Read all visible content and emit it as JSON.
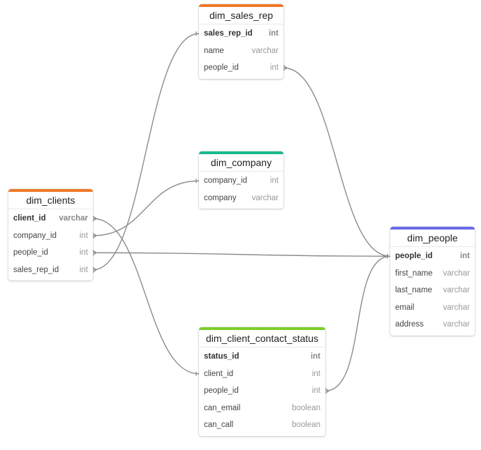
{
  "diagram": {
    "edge_color": "#8c8c8c",
    "tables": {
      "dim_sales_rep": {
        "title": "dim_sales_rep",
        "color": "#f07826",
        "columns": [
          {
            "name": "sales_rep_id",
            "type": "int",
            "pk": true
          },
          {
            "name": "name",
            "type": "varchar",
            "pk": false
          },
          {
            "name": "people_id",
            "type": "int",
            "pk": false
          }
        ]
      },
      "dim_company": {
        "title": "dim_company",
        "color": "#1bb88f",
        "columns": [
          {
            "name": "company_id",
            "type": "int",
            "pk": false
          },
          {
            "name": "company",
            "type": "varchar",
            "pk": false
          }
        ]
      },
      "dim_clients": {
        "title": "dim_clients",
        "color": "#f07826",
        "columns": [
          {
            "name": "client_id",
            "type": "varchar",
            "pk": true
          },
          {
            "name": "company_id",
            "type": "int",
            "pk": false
          },
          {
            "name": "people_id",
            "type": "int",
            "pk": false
          },
          {
            "name": "sales_rep_id",
            "type": "int",
            "pk": false
          }
        ]
      },
      "dim_people": {
        "title": "dim_people",
        "color": "#6a6ae8",
        "columns": [
          {
            "name": "people_id",
            "type": "int",
            "pk": true
          },
          {
            "name": "first_name",
            "type": "varchar",
            "pk": false
          },
          {
            "name": "last_name",
            "type": "varchar",
            "pk": false
          },
          {
            "name": "email",
            "type": "varchar",
            "pk": false
          },
          {
            "name": "address",
            "type": "varchar",
            "pk": false
          }
        ]
      },
      "dim_client_contact_status": {
        "title": "dim_client_contact_status",
        "color": "#7ccf2c",
        "columns": [
          {
            "name": "status_id",
            "type": "int",
            "pk": true
          },
          {
            "name": "client_id",
            "type": "int",
            "pk": false
          },
          {
            "name": "people_id",
            "type": "int",
            "pk": false
          },
          {
            "name": "can_email",
            "type": "boolean",
            "pk": false
          },
          {
            "name": "can_call",
            "type": "boolean",
            "pk": false
          }
        ]
      }
    },
    "relationships": [
      {
        "from": "dim_clients.sales_rep_id",
        "to": "dim_sales_rep.sales_rep_id"
      },
      {
        "from": "dim_clients.company_id",
        "to": "dim_company.company_id"
      },
      {
        "from": "dim_clients.people_id",
        "to": "dim_people.people_id"
      },
      {
        "from": "dim_clients.client_id",
        "to": "dim_client_contact_status.client_id"
      },
      {
        "from": "dim_sales_rep.people_id",
        "to": "dim_people.people_id"
      },
      {
        "from": "dim_client_contact_status.people_id",
        "to": "dim_people.people_id"
      }
    ]
  }
}
